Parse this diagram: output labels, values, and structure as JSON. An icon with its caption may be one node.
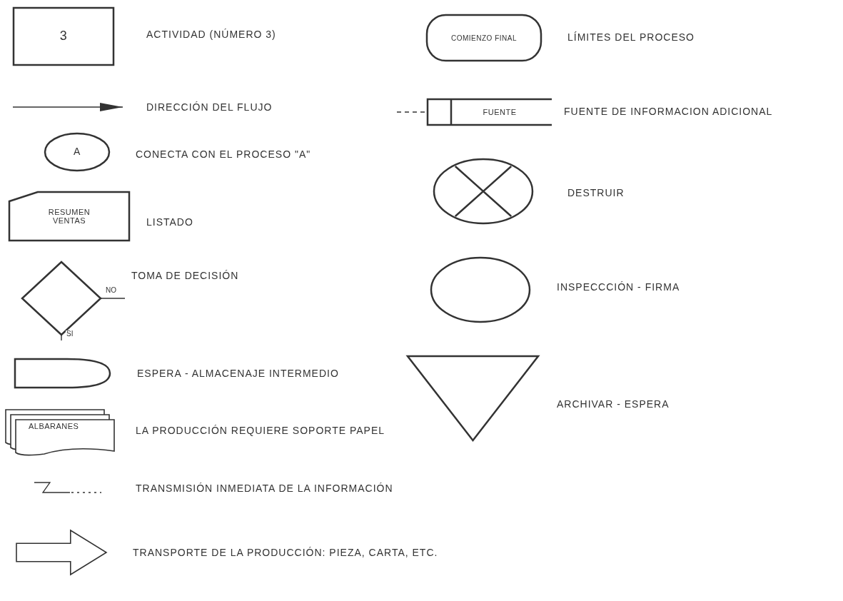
{
  "diagram": {
    "nodes": [
      {
        "text": [
          "3"
        ],
        "beside": [
          "ACTIVIDAD (NÚMERO 3)"
        ]
      },
      {
        "text": [
          "A"
        ],
        "beside": [
          "CONECTA CON EL PROCESO \"A\""
        ]
      },
      {
        "text": [
          "RESUMEN VENTAS"
        ],
        "beside": [
          "LISTADO"
        ]
      },
      {
        "text": [],
        "shape": "diamond",
        "beside": [
          "TOMA DE DECISIÓN"
        ]
      },
      {
        "text": [],
        "shape": "delay",
        "beside": [
          "ESPERA - ALMACENAJE INTERMEDIO"
        ]
      },
      {
        "text": [
          "ALBARANES"
        ],
        "beside": [
          "LA PRODUCCIÓN REQUIERE SOPORTE PAPEL"
        ]
      },
      {
        "text": [],
        "shape": "arrow",
        "beside": [
          "TRANSPORTE DE LA PRODUCCIÓN: PIEZA, CARTA, ETC."
        ]
      },
      {
        "text": [
          "COMIENZO FINAL"
        ],
        "beside": [
          "LÍMITES DEL PROCESO"
        ]
      },
      {
        "text": [
          "FUENTE"
        ],
        "beside": [
          "FUENTE DE INFORMACION ADICIONAL"
        ]
      },
      {
        "text": [],
        "shape": "circle",
        "beside": [
          "DESTRUIR"
        ]
      },
      {
        "text": [],
        "shape": "circle",
        "beside": [
          "INSPECCCIÓN - FIRMA"
        ]
      },
      {
        "text": [],
        "shape": "triangle",
        "beside": [
          "ARCHIVAR - ESPERA"
        ]
      }
    ],
    "edges": [
      {
        "from": 3,
        "to": null,
        "arrow": "none",
        "label": "NO"
      },
      {
        "from": 3,
        "to": null,
        "arrow": "none",
        "label": "SI"
      },
      {
        "from": null,
        "to": 8,
        "arrow": "none",
        "style": "dashed"
      }
    ],
    "labels": [
      "DIRECCIÓN DEL FLUJO",
      "TRANSMISIÓN INMEDIATA DE LA INFORMACIÓN"
    ]
  }
}
